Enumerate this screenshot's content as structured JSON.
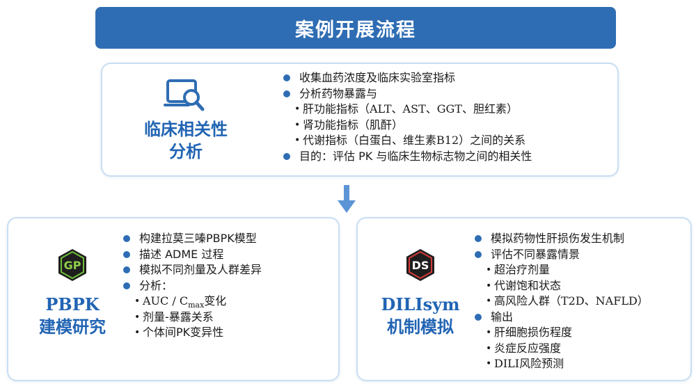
{
  "header": {
    "title": "案例开展流程"
  },
  "colors": {
    "brand_blue": "#2e6db3",
    "title_blue": "#2164b3",
    "card_border": "#c9def3"
  },
  "clinical": {
    "icon": "laptop-search-icon",
    "title_line1": "临床相关性",
    "title_line2": "分析",
    "items": [
      "收集血药浓度及临床实验室指标",
      "分析药物暴露与",
      "肝功能指标（ALT、AST、GGT、胆红素）",
      "肾功能指标（肌酐）",
      "代谢指标（白蛋白、维生素B12）之间的关系",
      "目的：评估 PK 与临床生物标志物之间的相关性"
    ]
  },
  "pbpk": {
    "logo_text": "GP",
    "title_line1": "PBPK",
    "title_line2": "建模研究",
    "items": {
      "i1": "构建拉莫三嗪PBPK模型",
      "i2": "描述 ADME 过程",
      "i3": "模拟不同剂量及人群差异",
      "i4": "分析：",
      "s1_pre": "AUC / C",
      "s1_sub": "max",
      "s1_post": "变化",
      "s2": "剂量-暴露关系",
      "s3": "个体间PK变异性"
    }
  },
  "dilisym": {
    "logo_text": "DS",
    "title_line1": "DILIsym",
    "title_line2": "机制模拟",
    "items": [
      "模拟药物性肝损伤发生机制",
      "评估不同暴露情景",
      "超治疗剂量",
      "代谢饱和状态",
      "高风险人群（T2D、NAFLD）",
      "输出",
      "肝细胞损伤程度",
      "炎症反应强度",
      "DILI风险预测"
    ]
  }
}
